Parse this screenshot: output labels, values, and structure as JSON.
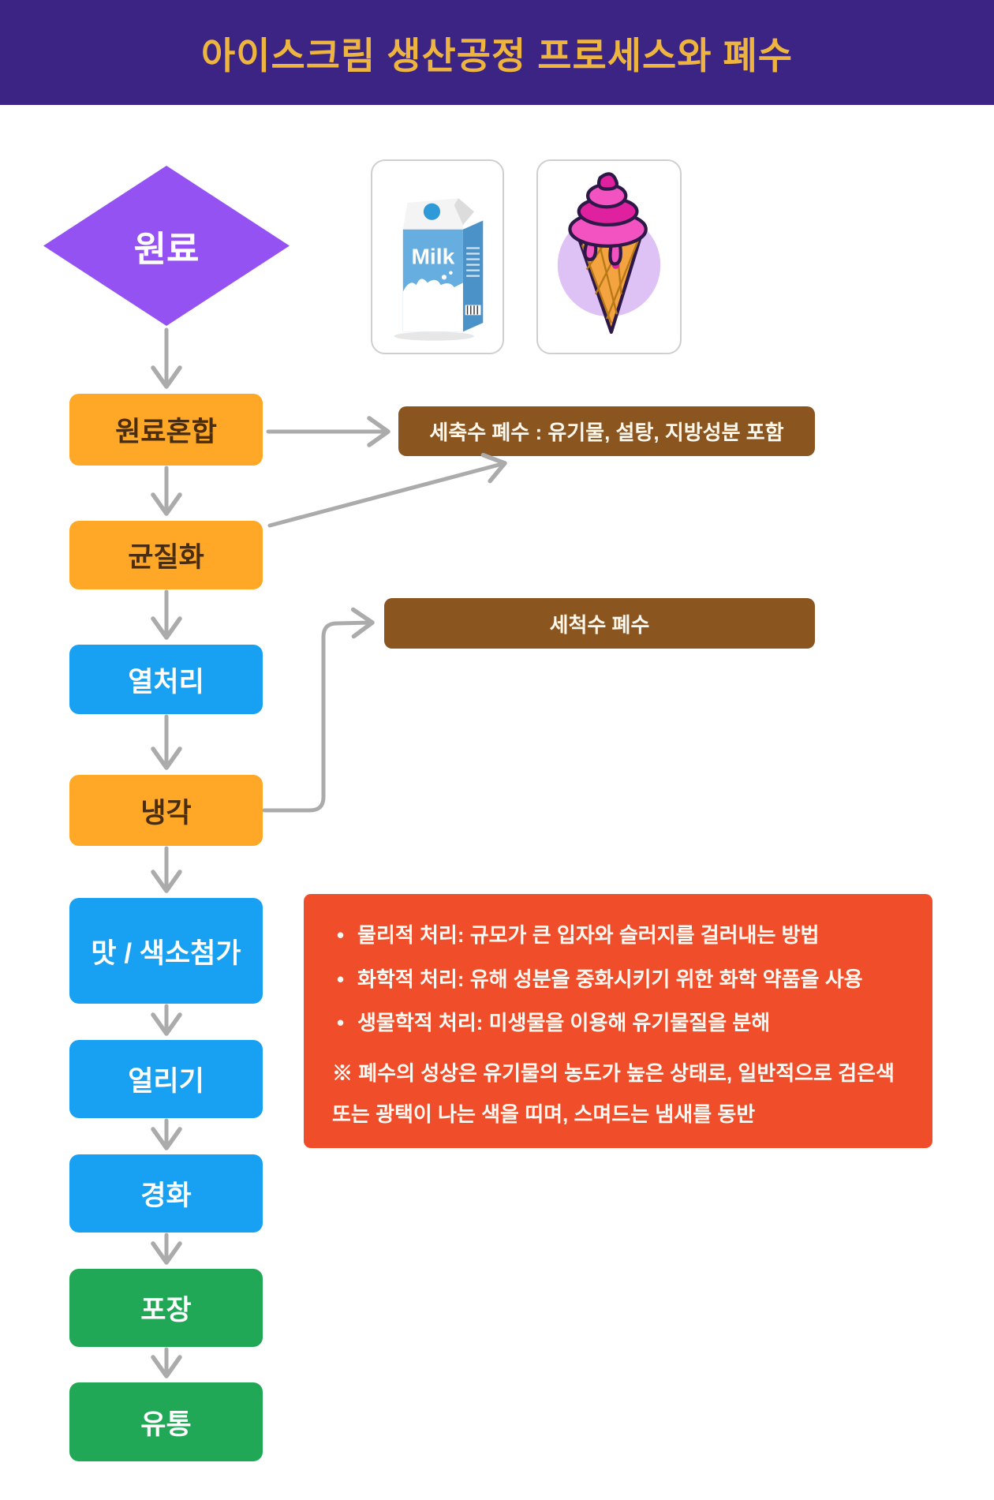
{
  "header": {
    "title": "아이스크림 생산공정 프로세스와 폐수"
  },
  "start": {
    "label": "원료"
  },
  "images": {
    "milk_card": "milk-carton-illustration",
    "milk_text": "Milk",
    "icecream_card": "ice-cream-cone-illustration"
  },
  "steps": [
    {
      "label": "원료혼합",
      "color_key": "orange"
    },
    {
      "label": "균질화",
      "color_key": "orange"
    },
    {
      "label": "열처리",
      "color_key": "blue"
    },
    {
      "label": "냉각",
      "color_key": "orange"
    },
    {
      "label": "맛 / 색소첨가",
      "color_key": "blue"
    },
    {
      "label": "얼리기",
      "color_key": "blue"
    },
    {
      "label": "경화",
      "color_key": "blue"
    },
    {
      "label": "포장",
      "color_key": "green"
    },
    {
      "label": "유통",
      "color_key": "green"
    }
  ],
  "waste_boxes": [
    {
      "label": "세축수 폐수 : 유기물, 설탕, 지방성분 포함"
    },
    {
      "label": "세척수 폐수"
    }
  ],
  "treatment_box": {
    "bullets": [
      "물리적 처리: 규모가 큰 입자와 슬러지를 걸러내는 방법",
      "화학적 처리: 유해 성분을 중화시키기 위한 화학 약품을 사용",
      "생물학적 처리: 미생물을 이용해 유기물질을 분해"
    ],
    "note": "※ 폐수의 성상은 유기물의 농도가 높은 상태로, 일반적으로 검은색 또는 광택이 나는 색을 띠며, 스며드는 냄새를 동반"
  },
  "colors": {
    "header_bg": "#3B2483",
    "title_gold": "#EDB440",
    "diamond_purple": "#9552F2",
    "step_orange": "#FFA827",
    "step_blue": "#18A0F3",
    "step_green": "#21A857",
    "step_text_dark": "#4A2D0F",
    "waste_brown": "#8A551E",
    "treatment_red": "#F04E2A",
    "arrow_gray": "#ABABAB"
  }
}
